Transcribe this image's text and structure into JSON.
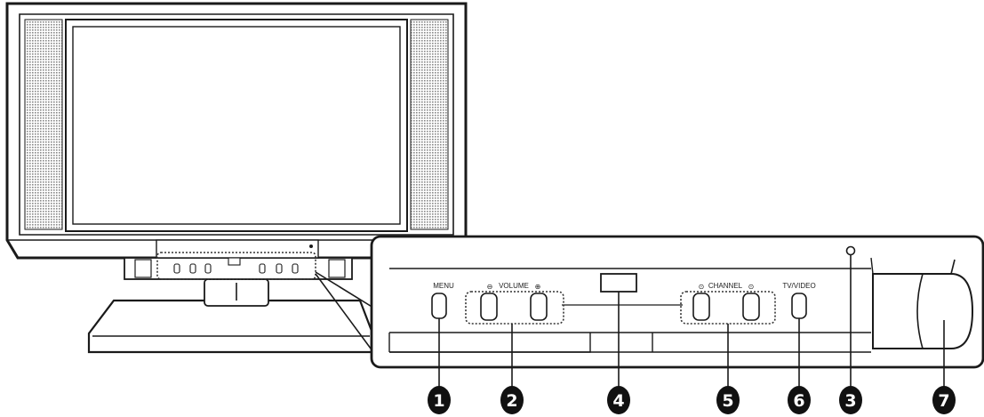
{
  "panel": {
    "menu_label": "MENU",
    "volume_label": "VOLUME",
    "volume_minus": "⊖",
    "volume_plus": "⊕",
    "channel_label": "CHANNEL",
    "channel_down": "⊙",
    "channel_up": "⊙",
    "tv_video_label": "TV/VIDEO"
  },
  "callouts": [
    {
      "number": "1"
    },
    {
      "number": "2"
    },
    {
      "number": "4"
    },
    {
      "number": "5"
    },
    {
      "number": "6"
    },
    {
      "number": "3"
    },
    {
      "number": "7"
    }
  ],
  "colors": {
    "line": "#1a1a1a",
    "speaker": "#9c9c9c",
    "callout_fill": "#111111",
    "dotted": "#333333"
  }
}
